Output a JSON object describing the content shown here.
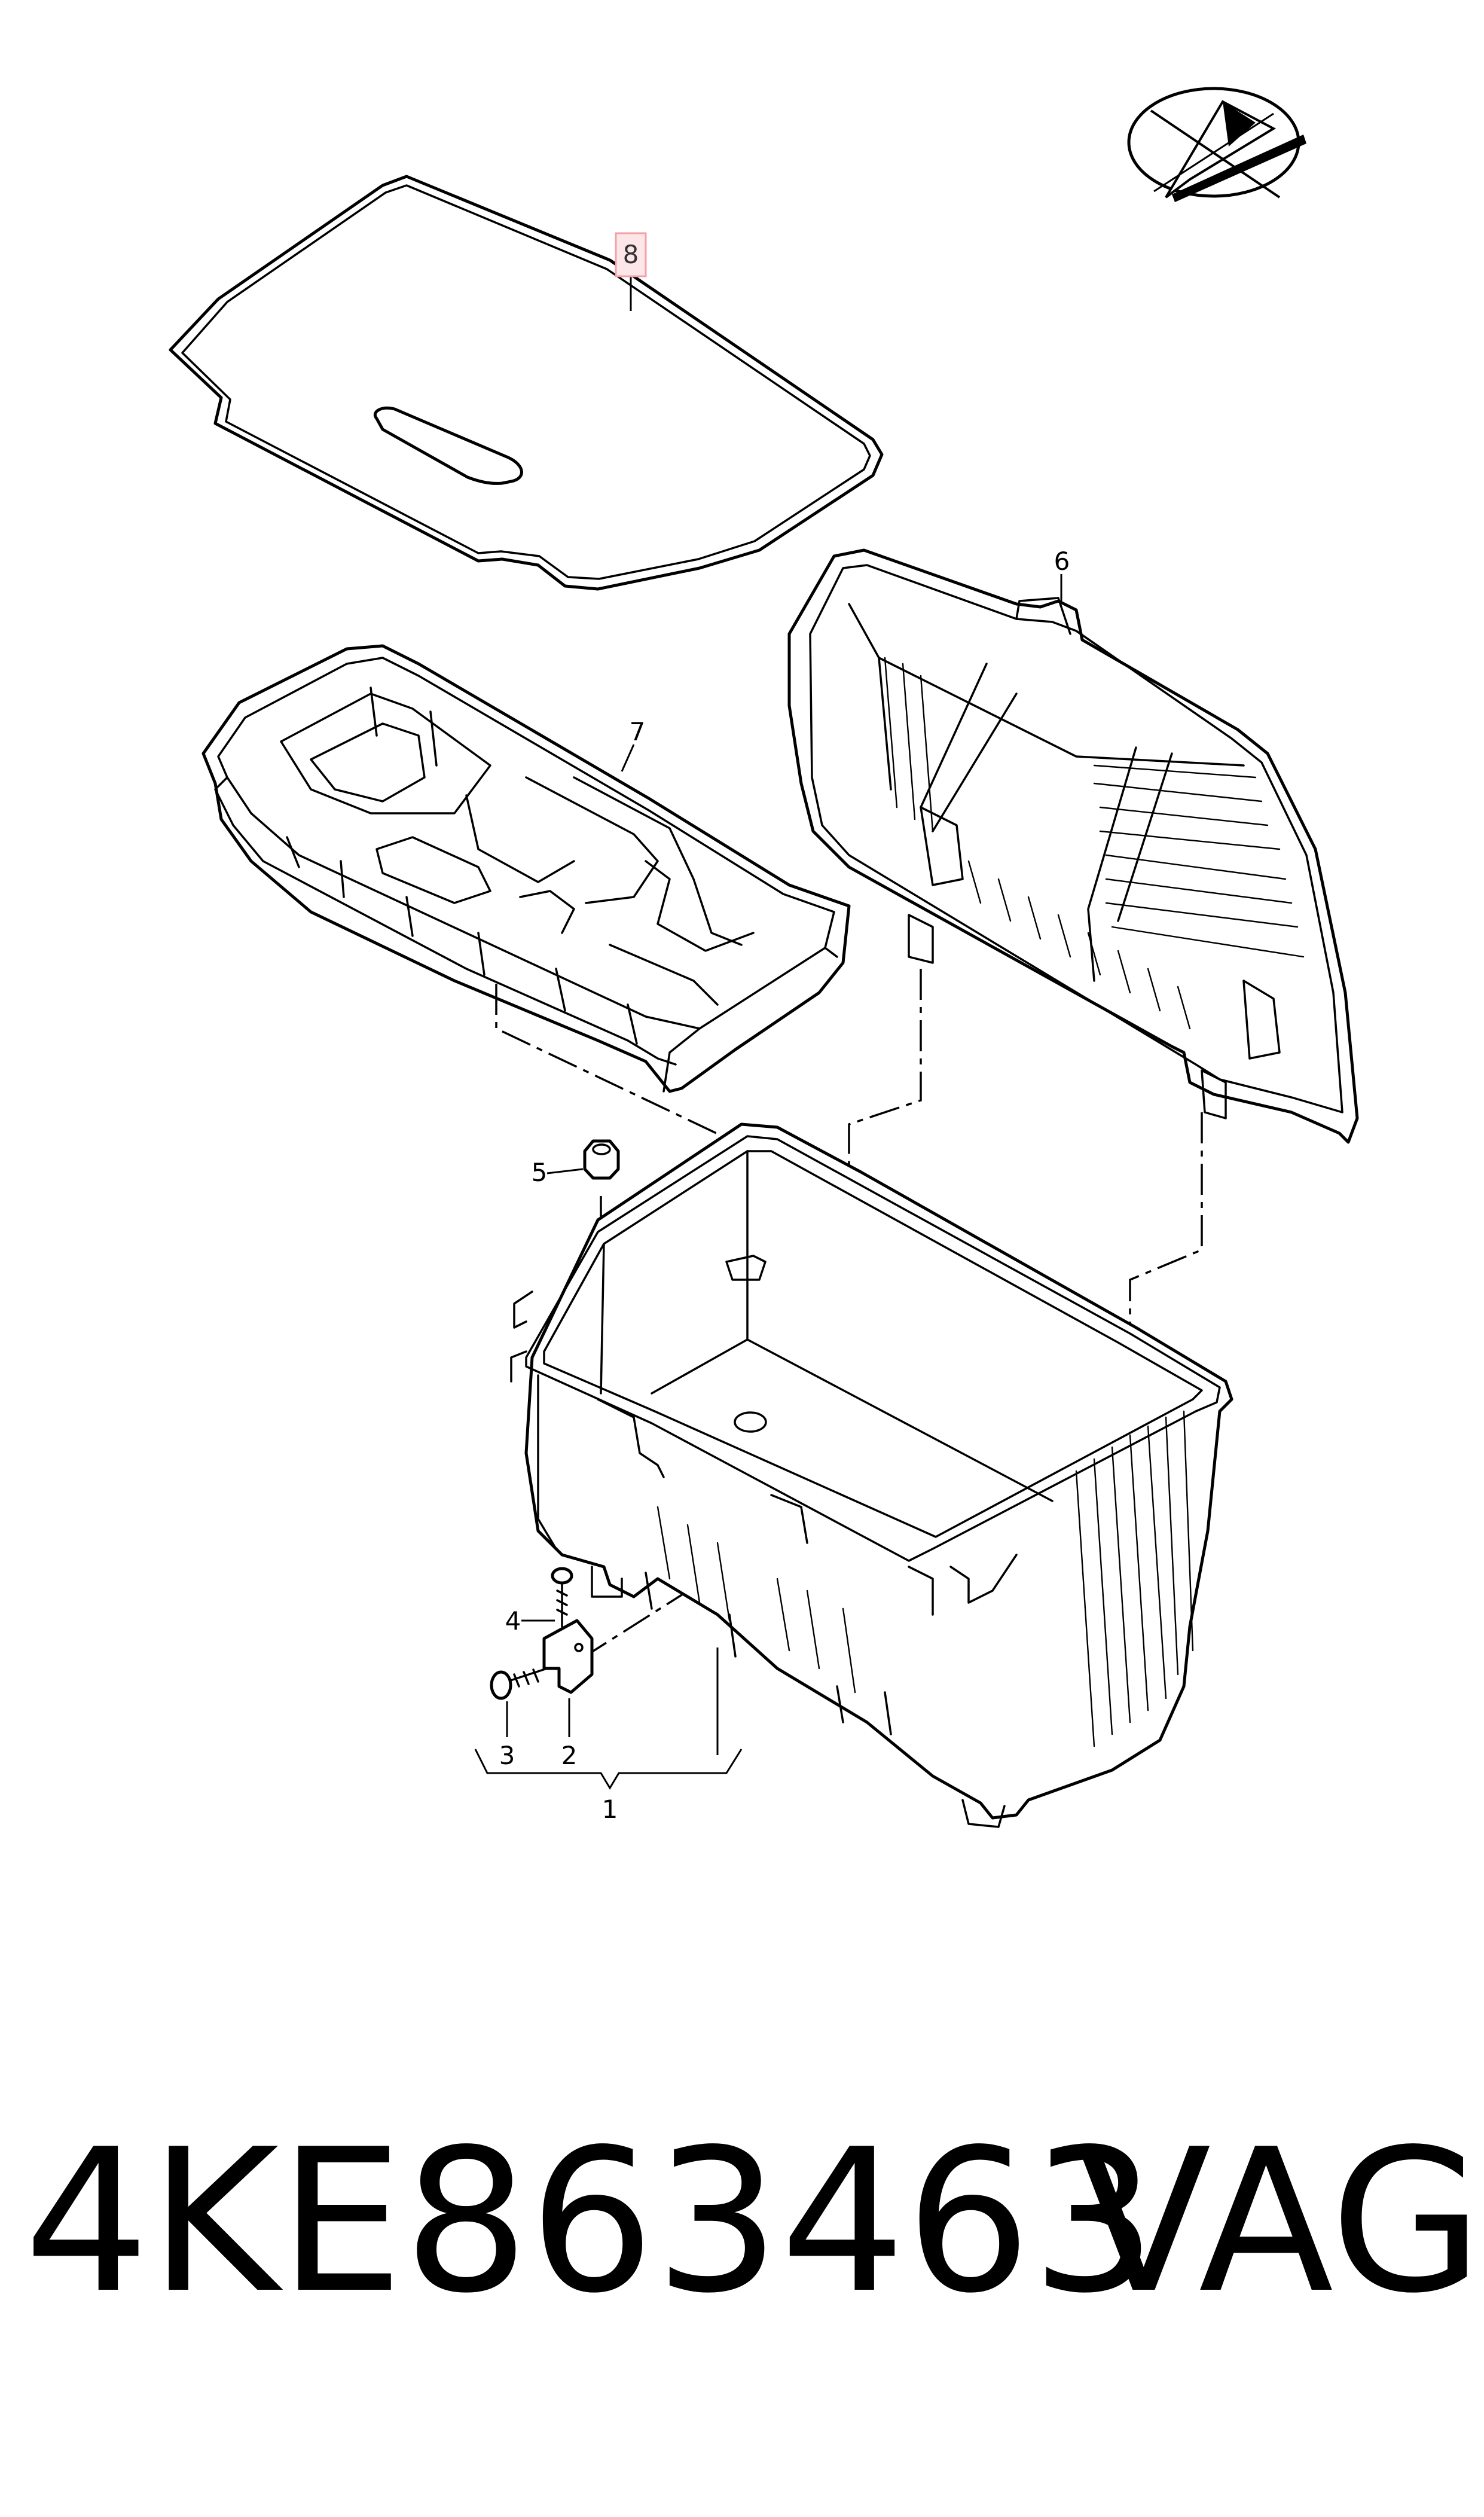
{
  "diagram": {
    "callouts": [
      {
        "id": "1",
        "label": "1"
      },
      {
        "id": "2",
        "label": "2"
      },
      {
        "id": "3",
        "label": "3"
      },
      {
        "id": "4",
        "label": "4"
      },
      {
        "id": "5",
        "label": "5"
      },
      {
        "id": "6",
        "label": "6"
      },
      {
        "id": "7",
        "label": "7"
      },
      {
        "id": "8",
        "label": "8",
        "highlighted": true
      }
    ],
    "highlight_color": "#f4a0a8",
    "highlight_fill": "#fde6e8",
    "logo_icon": "vw-audi-parts-logo-icon"
  },
  "caption": {
    "part_number": "4KE863463",
    "brand": "VAG"
  }
}
